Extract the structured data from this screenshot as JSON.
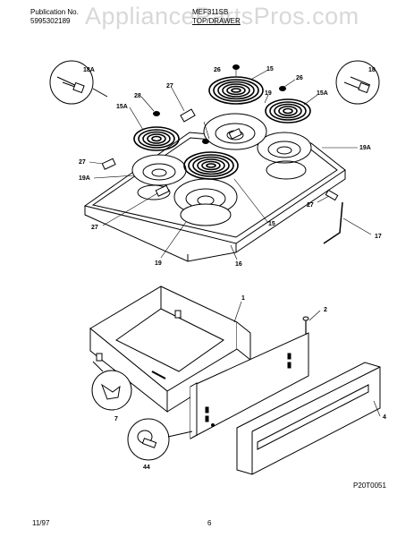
{
  "header": {
    "publication_label": "Publication No.",
    "publication_number": "5995302189",
    "model": "MEF311SB",
    "section": "TOP/DRAWER",
    "watermark": "AppliancePartsPros.com"
  },
  "callouts": {
    "top_left_circle": "18A",
    "top_right_circle": "18",
    "drip_bowl_top": "26",
    "element_back_large": "15",
    "drip_bowl_right": "26",
    "drip_bowl_left": "28",
    "bracket_left": "27",
    "element_left": "15A",
    "element_right": "15A",
    "bowl_center": "19",
    "bowl_right_flange": "19A",
    "bracket_front": "27",
    "bowl_left_front": "19A",
    "bracket_left_front": "27",
    "element_front_center": "15",
    "bowl_front": "19",
    "cooktop": "16",
    "bracket_right": "27",
    "rod": "17",
    "drawer_body": "1",
    "screw": "2",
    "drawer_front": "4",
    "glide": "7",
    "stop": "44"
  },
  "diagram_code": "P20T0051",
  "footer": {
    "date": "11/97",
    "page": "6"
  }
}
